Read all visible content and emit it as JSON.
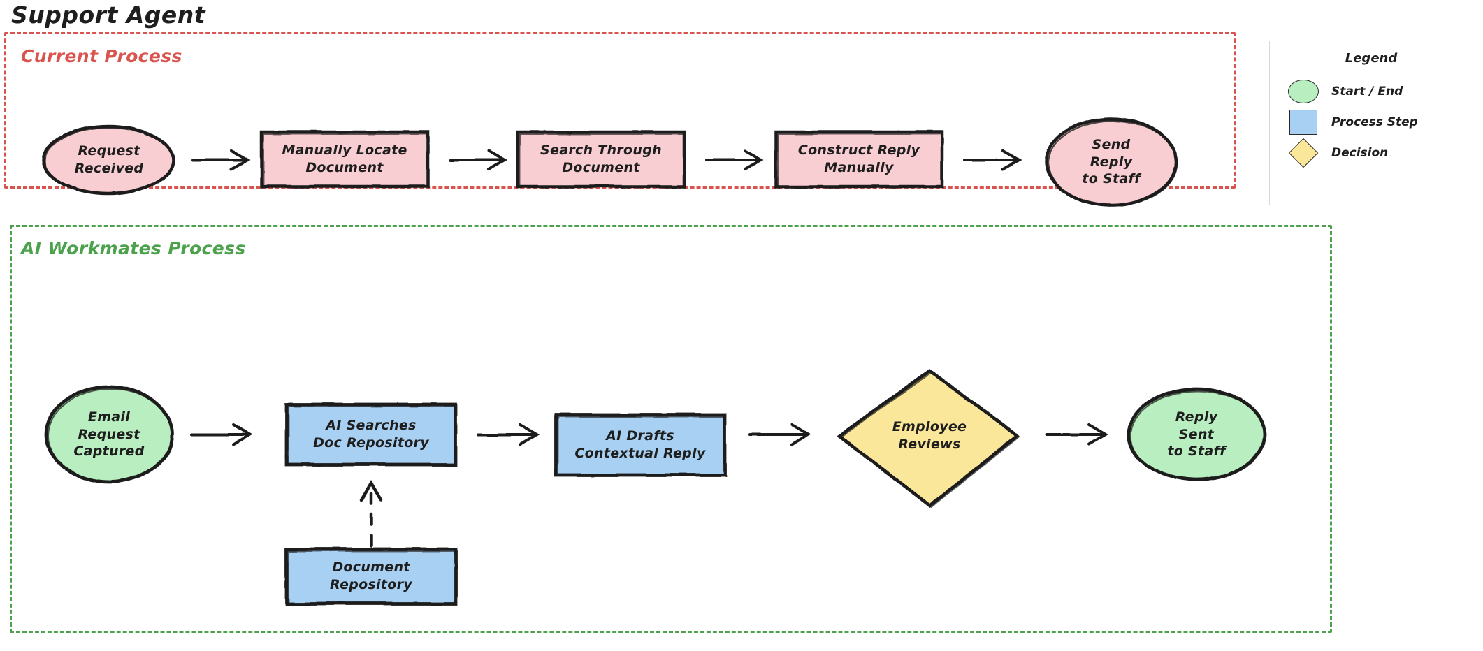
{
  "page": {
    "title": "Support Agent",
    "background": "#ffffff"
  },
  "colors": {
    "start_end_fill": "#b9eec0",
    "process_fill": "#a8d0f2",
    "decision_fill": "#fbe79a",
    "current_fill": "#f8ced2",
    "stroke": "#1e1e1e",
    "current_lane_accent": "#d9534f",
    "ai_lane_accent": "#4ca24c",
    "legend_border": "#d8d9dd"
  },
  "lanes": [
    {
      "id": "current-process",
      "title": "Current Process",
      "accent": "#d9534f",
      "nodes": [
        {
          "id": "request-received",
          "label": "Request\nReceived",
          "shape": "ellipse",
          "fill": "#f8ced2"
        },
        {
          "id": "manually-locate-document",
          "label": "Manually Locate\nDocument",
          "shape": "rectangle",
          "fill": "#f8ced2"
        },
        {
          "id": "search-through-document",
          "label": "Search Through\nDocument",
          "shape": "rectangle",
          "fill": "#f8ced2"
        },
        {
          "id": "construct-reply-manually",
          "label": "Construct Reply\nManually",
          "shape": "rectangle",
          "fill": "#f8ced2"
        },
        {
          "id": "send-reply-to-staff",
          "label": "Send\nReply\nto Staff",
          "shape": "ellipse",
          "fill": "#f8ced2"
        }
      ],
      "connectors": [
        "arrow",
        "arrow",
        "arrow",
        "arrow"
      ]
    },
    {
      "id": "ai-workmates-process",
      "title": "AI Workmates Process",
      "accent": "#4ca24c",
      "nodes": [
        {
          "id": "email-request-captured",
          "label": "Email\nRequest\nCaptured",
          "shape": "ellipse",
          "fill": "#b9eec0"
        },
        {
          "id": "ai-searches-doc-repository",
          "label": "AI Searches\nDoc Repository",
          "shape": "rectangle",
          "fill": "#a8d0f2"
        },
        {
          "id": "ai-drafts-contextual-reply",
          "label": "AI Drafts\nContextual Reply",
          "shape": "rectangle",
          "fill": "#a8d0f2"
        },
        {
          "id": "employee-reviews",
          "label": "Employee\nReviews",
          "shape": "diamond",
          "fill": "#fbe79a"
        },
        {
          "id": "reply-sent-to-staff",
          "label": "Reply\nSent\nto Staff",
          "shape": "ellipse",
          "fill": "#b9eec0"
        },
        {
          "id": "document-repository",
          "label": "Document\nRepository",
          "shape": "rectangle",
          "fill": "#a8d0f2"
        }
      ],
      "connectors": [
        "arrow",
        "arrow",
        "arrow",
        "arrow",
        "dashed-arrow-up"
      ]
    }
  ],
  "legend": {
    "title": "Legend",
    "items": [
      {
        "shape": "circle",
        "label": "Start / End",
        "fill": "#b9eec0"
      },
      {
        "shape": "square",
        "label": "Process Step",
        "fill": "#a8d0f2"
      },
      {
        "shape": "diamond",
        "label": "Decision",
        "fill": "#fbe79a"
      }
    ]
  }
}
